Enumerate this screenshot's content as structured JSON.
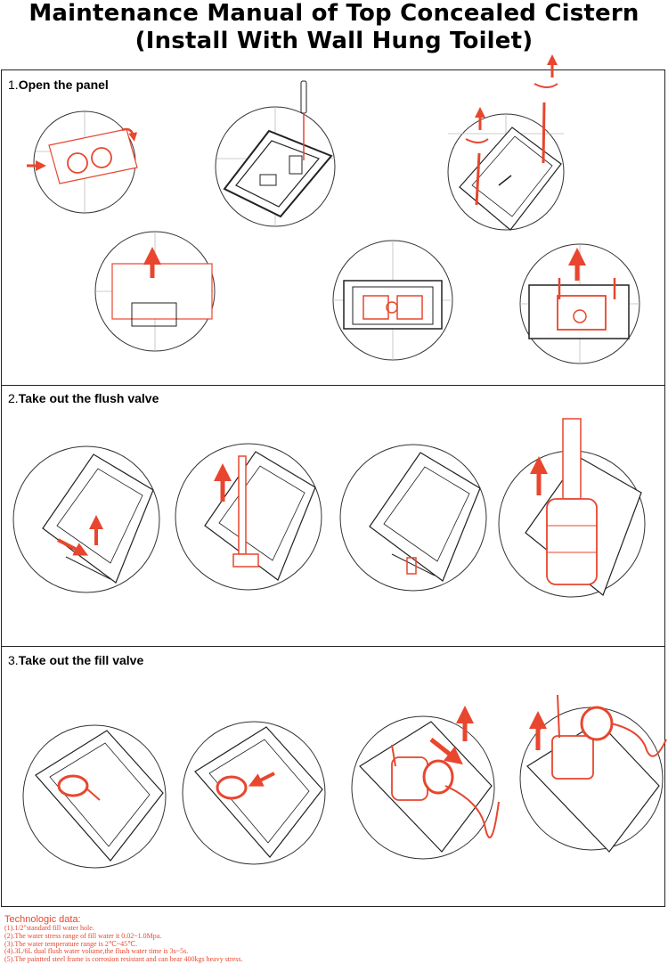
{
  "title": {
    "line1": "Maintenance Manual of Top Concealed Cistern",
    "line2": "(Install With Wall Hung Toilet)"
  },
  "sections": [
    {
      "number": "1.",
      "label": "Open the panel"
    },
    {
      "number": "2.",
      "label": "Take out the flush valve"
    },
    {
      "number": "3.",
      "label": "Take out the fill valve"
    }
  ],
  "technologic": {
    "title": "Technologic data:",
    "lines": [
      "(1).1/2\"standard fill water hole.",
      "(2).The water stress range of fill water it 0.02~1.0Mpa.",
      "(3).The water temperature range is 2℃~45℃.",
      "(4).3L/6L dual flush water volume,the flush water time is 3s~5s.",
      "(5).The paintted steel frame is corrosion resistant and can bear 400kgs heavy stress."
    ]
  },
  "colors": {
    "accent": "#e8462e",
    "line": "#222222"
  }
}
